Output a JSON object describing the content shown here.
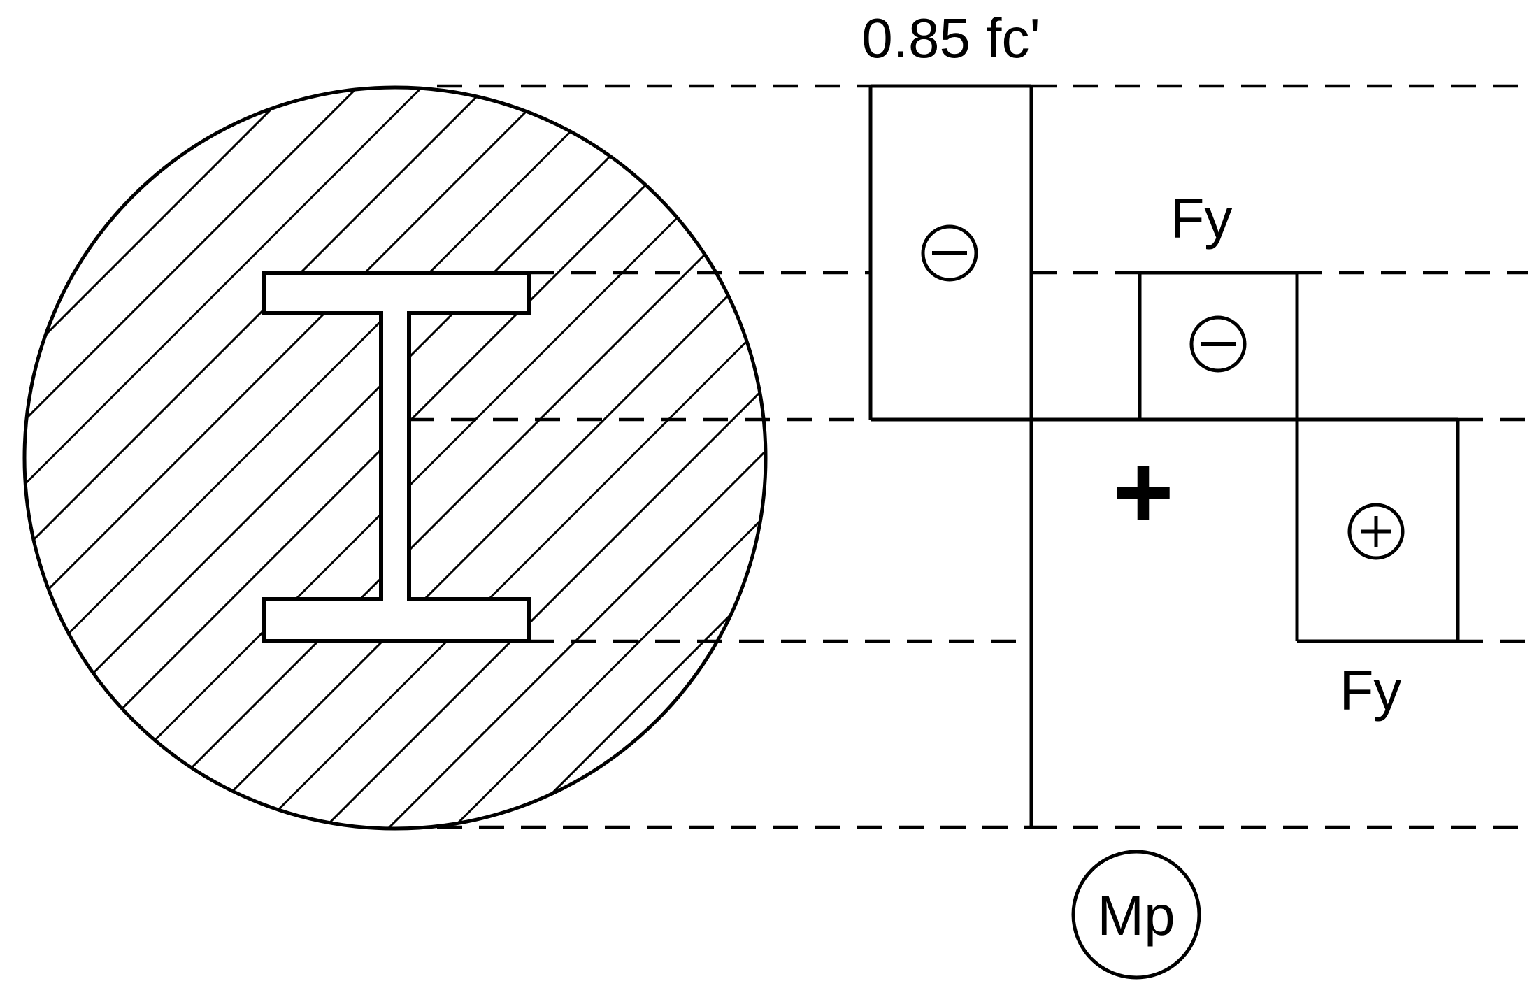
{
  "labels": {
    "concrete_stress": "0.85 fc'",
    "steel_stress_top": "Fy",
    "steel_stress_bottom": "Fy",
    "moment": "Mp",
    "plus_sign": "+"
  },
  "symbols": {
    "concrete_compression": "minus-circle-icon",
    "steel_compression": "minus-circle-icon",
    "steel_tension": "plus-circle-icon"
  },
  "colors": {
    "line": "#000000",
    "background": "#ffffff"
  }
}
